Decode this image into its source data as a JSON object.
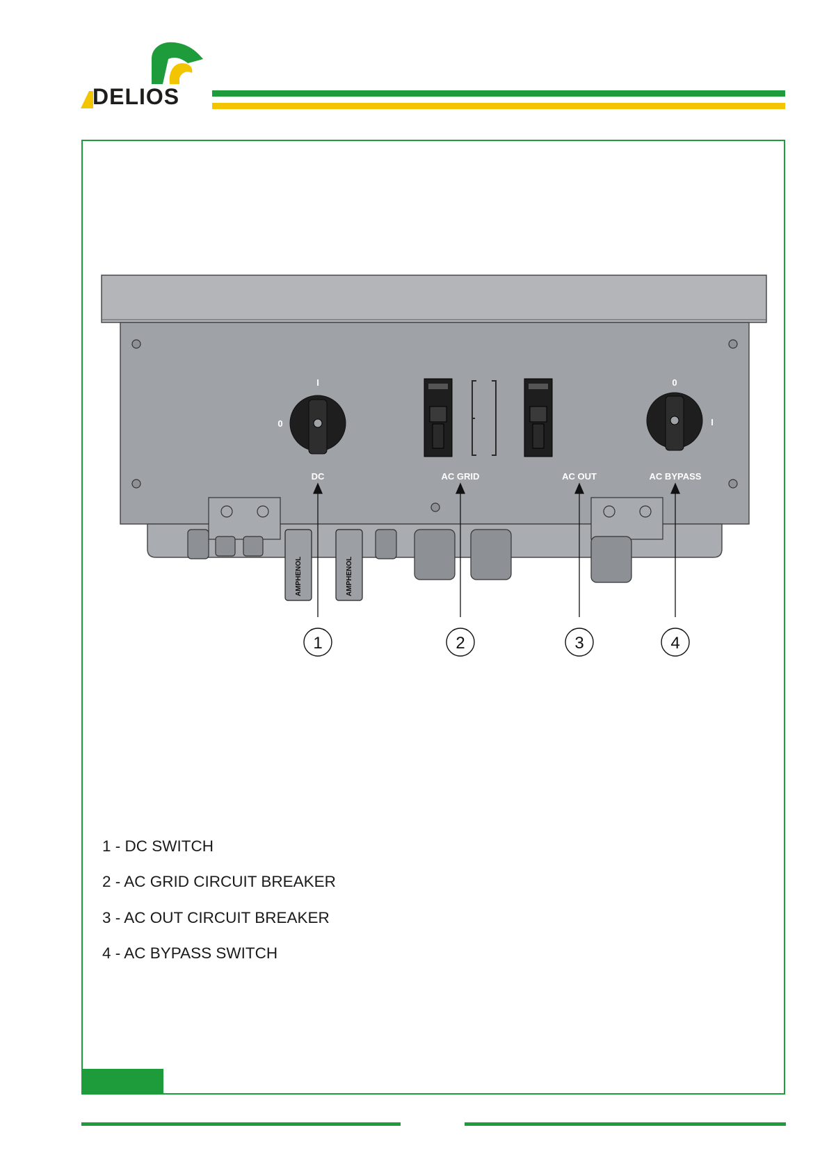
{
  "brand": {
    "name": "DELIOS",
    "colors": {
      "green": "#1e9b3b",
      "yellow": "#f3c400",
      "dark": "#1d1d1b"
    }
  },
  "panel": {
    "switch_labels": {
      "dc_off": "0",
      "dc_on": "I",
      "bypass_off": "0",
      "bypass_on": "I"
    },
    "labels": [
      "DC",
      "AC GRID",
      "AC OUT",
      "AC BYPASS"
    ],
    "connector_text": "AMPHENOL"
  },
  "callouts": [
    "1",
    "2",
    "3",
    "4"
  ],
  "legend": [
    "1 - DC SWITCH",
    "2 - AC GRID CIRCUIT BREAKER",
    "3 - AC OUT CIRCUIT BREAKER",
    "4 - AC BYPASS SWITCH"
  ]
}
